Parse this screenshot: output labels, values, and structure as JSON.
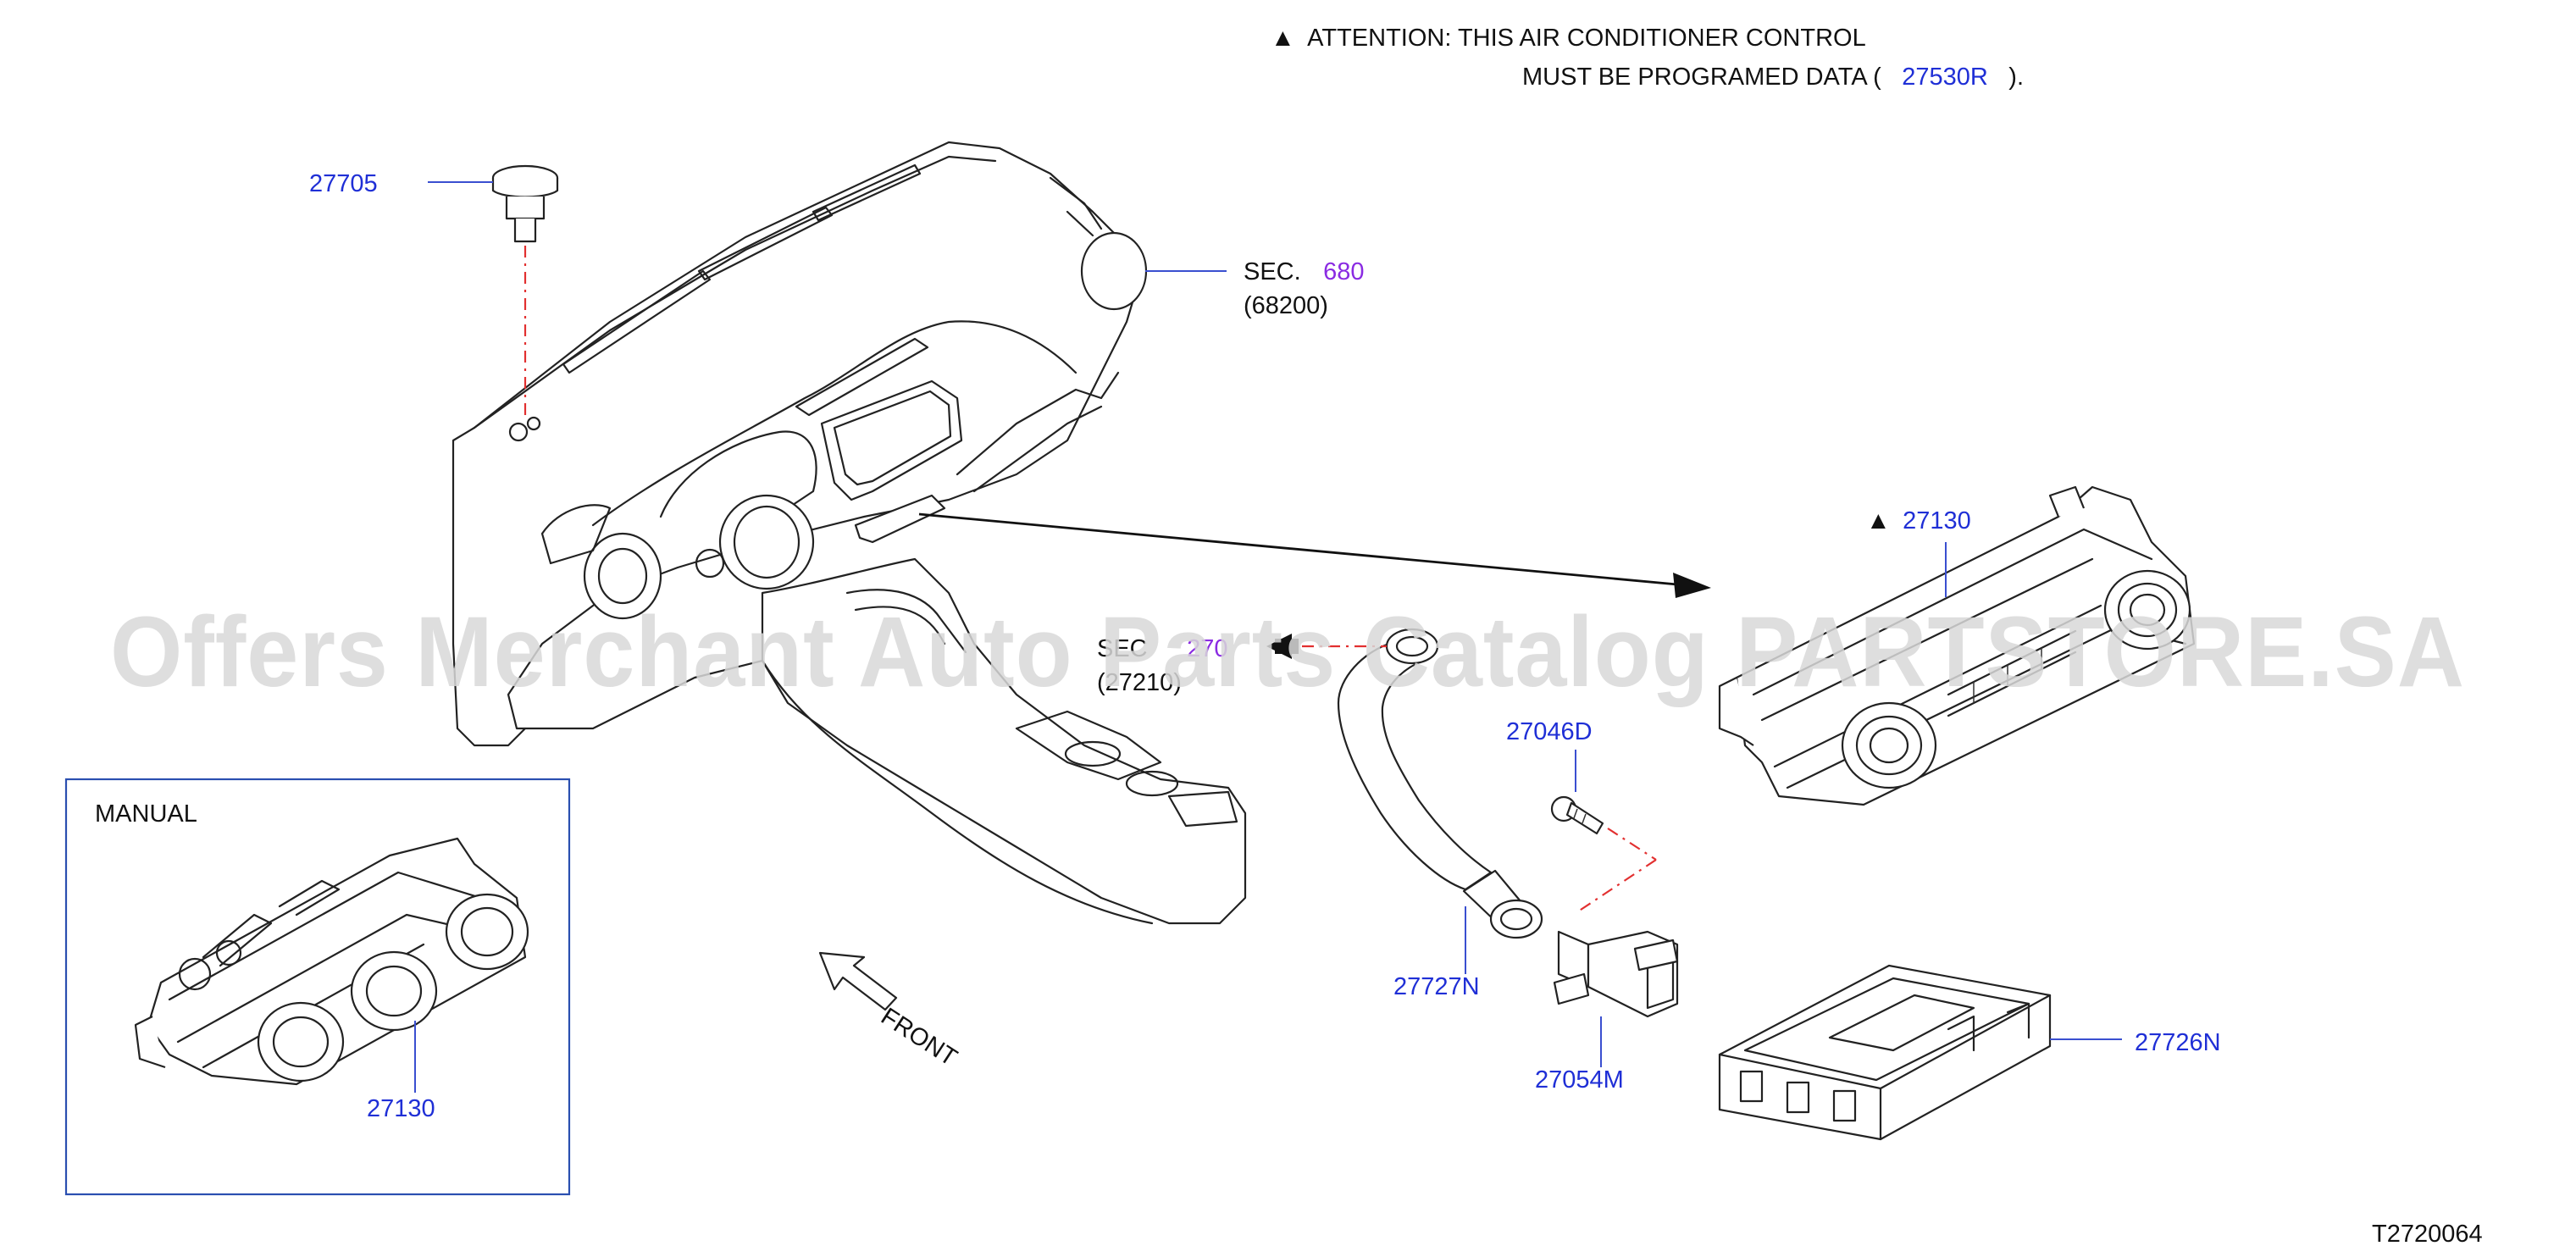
{
  "attention": {
    "triangle": "▲",
    "line1": "ATTENTION:  THIS  AIR  CONDITIONER  CONTROL",
    "line2_prefix": "MUST  BE  PROGRAMED  DATA  (",
    "line2_part": "27530R",
    "line2_suffix": ")."
  },
  "labels": {
    "p27705": "27705",
    "sec680_prefix": "SEC.",
    "sec680_num": "680",
    "sec680_sub": "(68200)",
    "sec270_prefix": "SEC",
    "sec270_num": "270",
    "sec270_sub": "(27210)",
    "p27130_top_mark": "▲",
    "p27130_top": "27130",
    "p27046d": "27046D",
    "p27727n": "27727N",
    "p27054m": "27054M",
    "p27726n": "27726N",
    "front": "FRONT",
    "manual_title": "MANUAL",
    "p27130_manual": "27130",
    "diagram_code": "T2720064"
  },
  "watermark": "Offers Merchant Auto Parts Catalog PARTSTORE.SA",
  "colors": {
    "part_number": "#1f2fd6",
    "section_ref": "#8a2be2",
    "leader": "#3a4fd0",
    "centerline": "#e23030",
    "watermark": "#d8d8d8"
  }
}
